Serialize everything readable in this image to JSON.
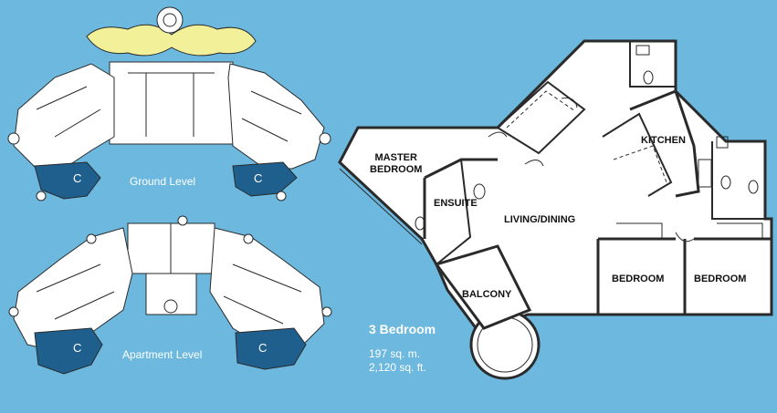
{
  "colors": {
    "background": "#6cb8de",
    "building": "#ffffff",
    "wall": "#2a2a2a",
    "highlight_unit": "#1f5f8e",
    "pool": "#f3f09a"
  },
  "site_plans": {
    "ground": {
      "label": "Ground Level",
      "unit_left": "C",
      "unit_right": "C"
    },
    "apartment": {
      "label": "Apartment Level",
      "unit_left": "C",
      "unit_right": "C"
    }
  },
  "rooms": {
    "master": "MASTER\nBEDROOM",
    "ensuite": "ENSUITE",
    "kitchen": "KITCHEN",
    "living": "LIVING/DINING",
    "bedroom_1": "BEDROOM",
    "bedroom_2": "BEDROOM",
    "balcony": "BALCONY"
  },
  "unit_info": {
    "title": "3 Bedroom",
    "area_metric": "197 sq. m.",
    "area_imperial": "2,120 sq. ft."
  }
}
